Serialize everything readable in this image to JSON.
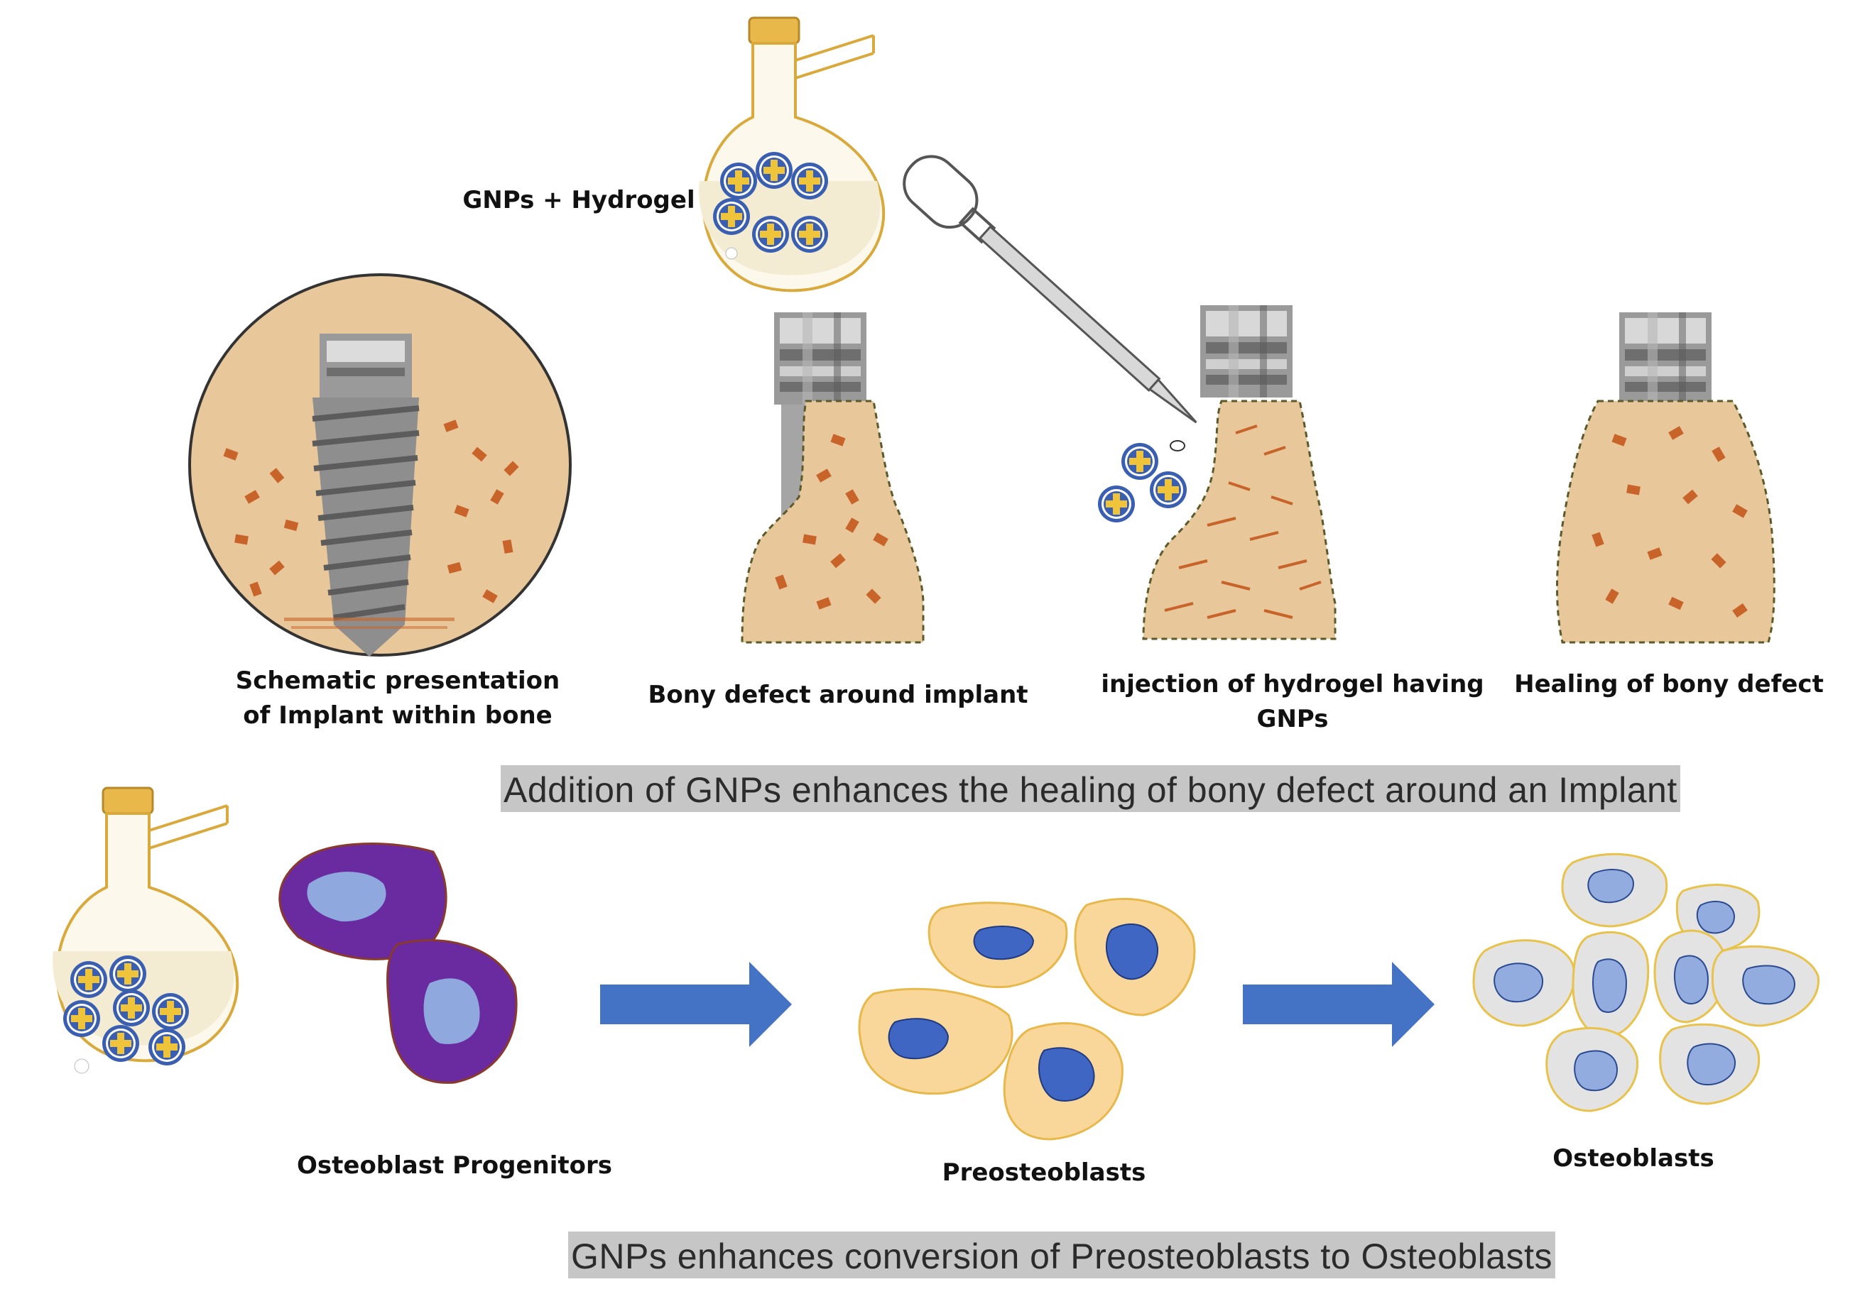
{
  "labels": {
    "flask_top": "GNPs + Hydrogel",
    "implant_in_bone": "Schematic presentation of Implant within bone",
    "bony_defect": "Bony defect around implant",
    "injection": "injection of hydrogel having GNPs",
    "healing": "Healing of bony defect",
    "progenitors": "Osteoblast Progenitors",
    "preosteoblasts": "Preosteoblasts",
    "osteoblasts": "Osteoblasts"
  },
  "banners": {
    "top": "Addition of GNPs enhances the healing of bony defect around an Implant",
    "bottom": "GNPs enhances conversion of Preosteoblasts to Osteoblasts"
  },
  "colors": {
    "bone": "#e8c79a",
    "bone_fragment": "#c8642a",
    "flask_outline": "#d9a93c",
    "flask_cap": "#e8b84a",
    "nanoparticle_ring": "#3b5fb0",
    "nanoparticle_core": "#f0c43a",
    "arrow": "#4472c4",
    "progenitor_cell": "#6a2aa0",
    "progenitor_nucleus": "#8fa8de",
    "preosteoblast_cell": "#f9d79a",
    "preosteoblast_nucleus": "#3f66c2",
    "osteoblast_cell": "#e3e3e3",
    "osteoblast_nucleus": "#93ace0",
    "banner_bg": "#c6c6c6"
  }
}
